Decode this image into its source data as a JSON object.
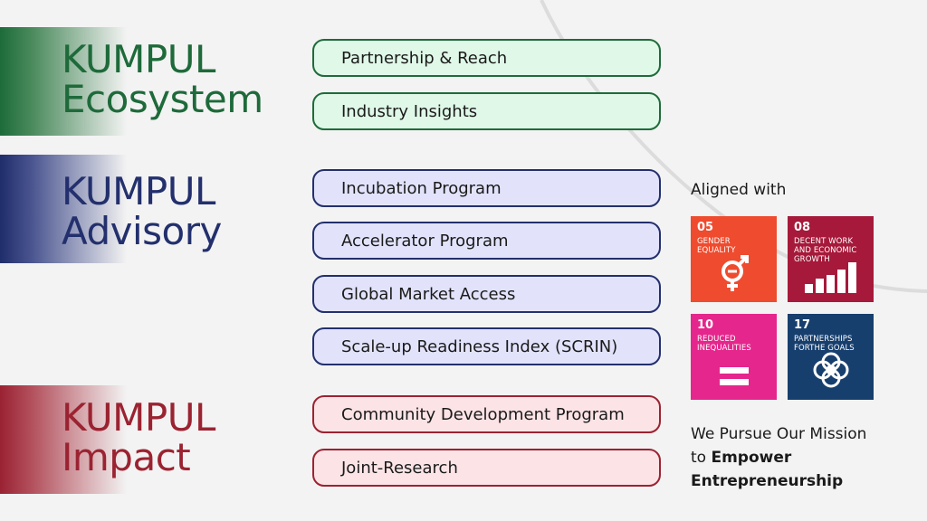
{
  "sections": {
    "ecosystem": {
      "line1": "KUMPUL",
      "line2": "Ecosystem",
      "color": "#1e6a3a",
      "items": [
        "Partnership & Reach",
        "Industry Insights"
      ]
    },
    "advisory": {
      "line1": "KUMPUL",
      "line2": "Advisory",
      "color": "#23306d",
      "items": [
        "Incubation Program",
        "Accelerator Program",
        "Global Market Access",
        "Scale-up Readiness Index (SCRIN)"
      ]
    },
    "impact": {
      "line1": "KUMPUL",
      "line2": "Impact",
      "color": "#9b2331",
      "items": [
        "Community Development Program",
        "Joint-Research"
      ]
    }
  },
  "aligned_label": "Aligned with",
  "sdgs": [
    {
      "number": "05",
      "label": "GENDER EQUALITY",
      "color": "#ef4b2e",
      "icon": "gender-equality-icon"
    },
    {
      "number": "08",
      "label": "DECENT WORK AND ECONOMIC GROWTH",
      "color": "#a6193a",
      "icon": "growth-bars-icon"
    },
    {
      "number": "10",
      "label": "REDUCED INEQUALITIES",
      "color": "#e5268c",
      "icon": "equals-icon"
    },
    {
      "number": "17",
      "label": "PARTNERSHIPS FORTHE GOALS",
      "color": "#173f6e",
      "icon": "interlinked-rings-icon"
    }
  ],
  "mission": {
    "line1": "We Pursue Our Mission",
    "line2_prefix": "to",
    "line2_bold": "Empower",
    "line3_bold": "Entrepreneurship"
  }
}
